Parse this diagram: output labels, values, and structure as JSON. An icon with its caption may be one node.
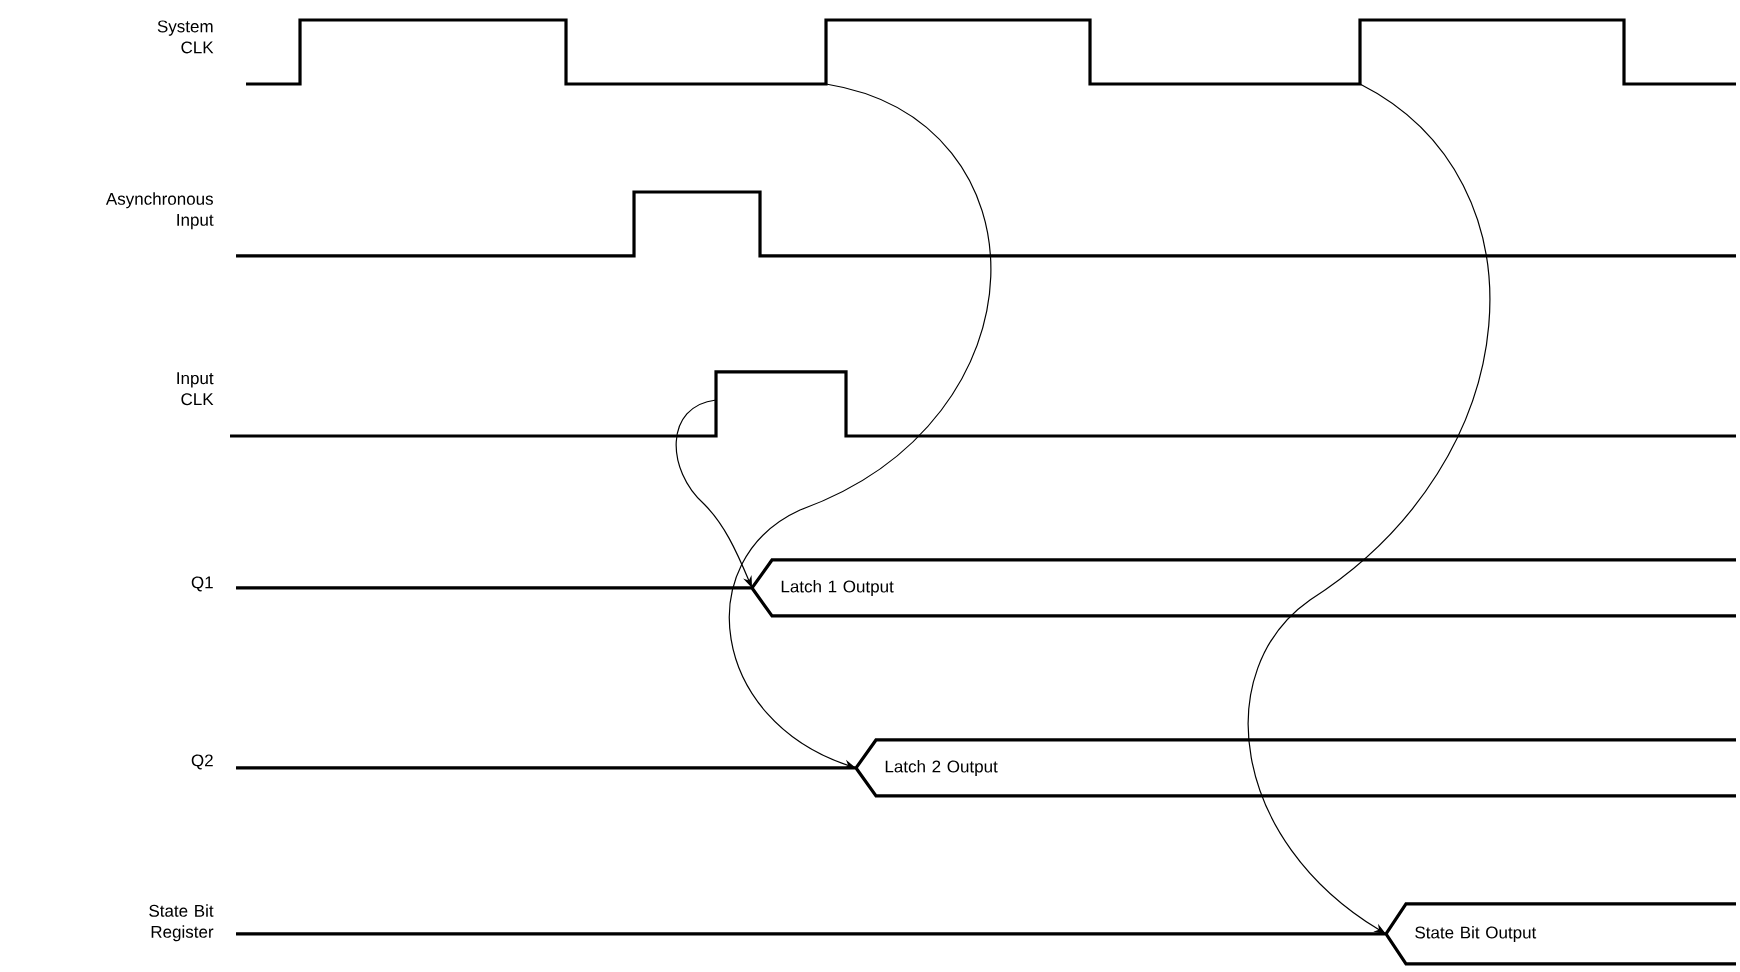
{
  "diagram": {
    "nodes": [
      {
        "text": [
          "Latch 1 Output"
        ]
      },
      {
        "text": [
          "Latch 2 Output"
        ]
      },
      {
        "text": [
          "State Bit Output"
        ]
      }
    ],
    "edges": [
      {
        "from": null,
        "to": 1,
        "arrow": "to"
      },
      {
        "from": null,
        "to": 0,
        "arrow": "to"
      },
      {
        "from": null,
        "to": 2,
        "arrow": "to"
      }
    ],
    "labels": [
      "System CLK",
      "Asynchronous Input",
      "Input CLK",
      "Q1",
      "Q2",
      "State Bit Register"
    ]
  }
}
